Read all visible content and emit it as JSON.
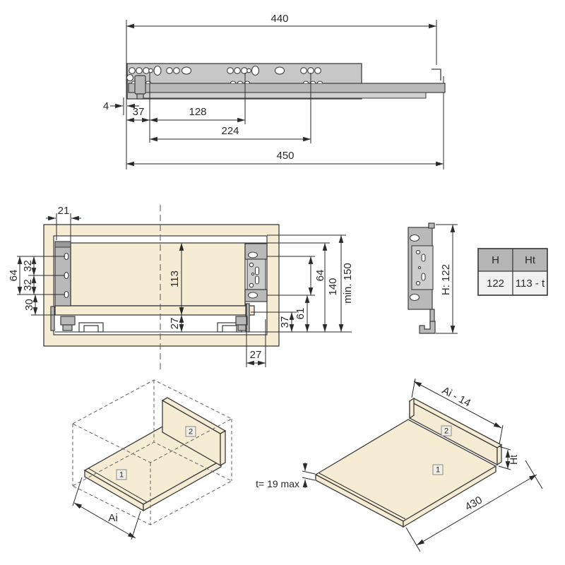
{
  "colors": {
    "wood": "#f6ecd3",
    "steel": "#c7c7c7",
    "steel_mid": "#b9b9b9",
    "steel_plate": "#cdcdcd",
    "outline": "#3d3d3d",
    "dim_line": "#2a2a2a",
    "table_header_bg": "#b5b5b5",
    "table_body_bg": "#f1f1f1"
  },
  "slide_view": {
    "dims": {
      "top_length": "440",
      "front_gap": "4",
      "first_hole": "37",
      "second_hole": "128",
      "third_hole": "224",
      "total_length": "450"
    }
  },
  "section_view": {
    "dims": {
      "bracket_width": "21",
      "left_hole_span": "64",
      "hole_step_upper": "32",
      "hole_step_lower": "32",
      "bottom_offset": "30",
      "back_height": "113",
      "bottom_clearance": "27",
      "slide_height": "37",
      "slide_to_hole": "61",
      "right_hole_span": "64",
      "inner_height": "140",
      "min_opening": "min. 150",
      "side_offset": "27"
    }
  },
  "profile_view": {
    "height_label": "H: 122"
  },
  "spec_table": {
    "headers": [
      "H",
      "Ht"
    ],
    "row": [
      "122",
      "113 - t"
    ]
  },
  "iso_left": {
    "part1": "1",
    "part2": "2",
    "width_label": "Ai"
  },
  "iso_right": {
    "part1": "1",
    "part2": "2",
    "back_length": "Ai - 14",
    "back_height": "Ht",
    "thickness": "t= 19 max",
    "depth": "430"
  }
}
